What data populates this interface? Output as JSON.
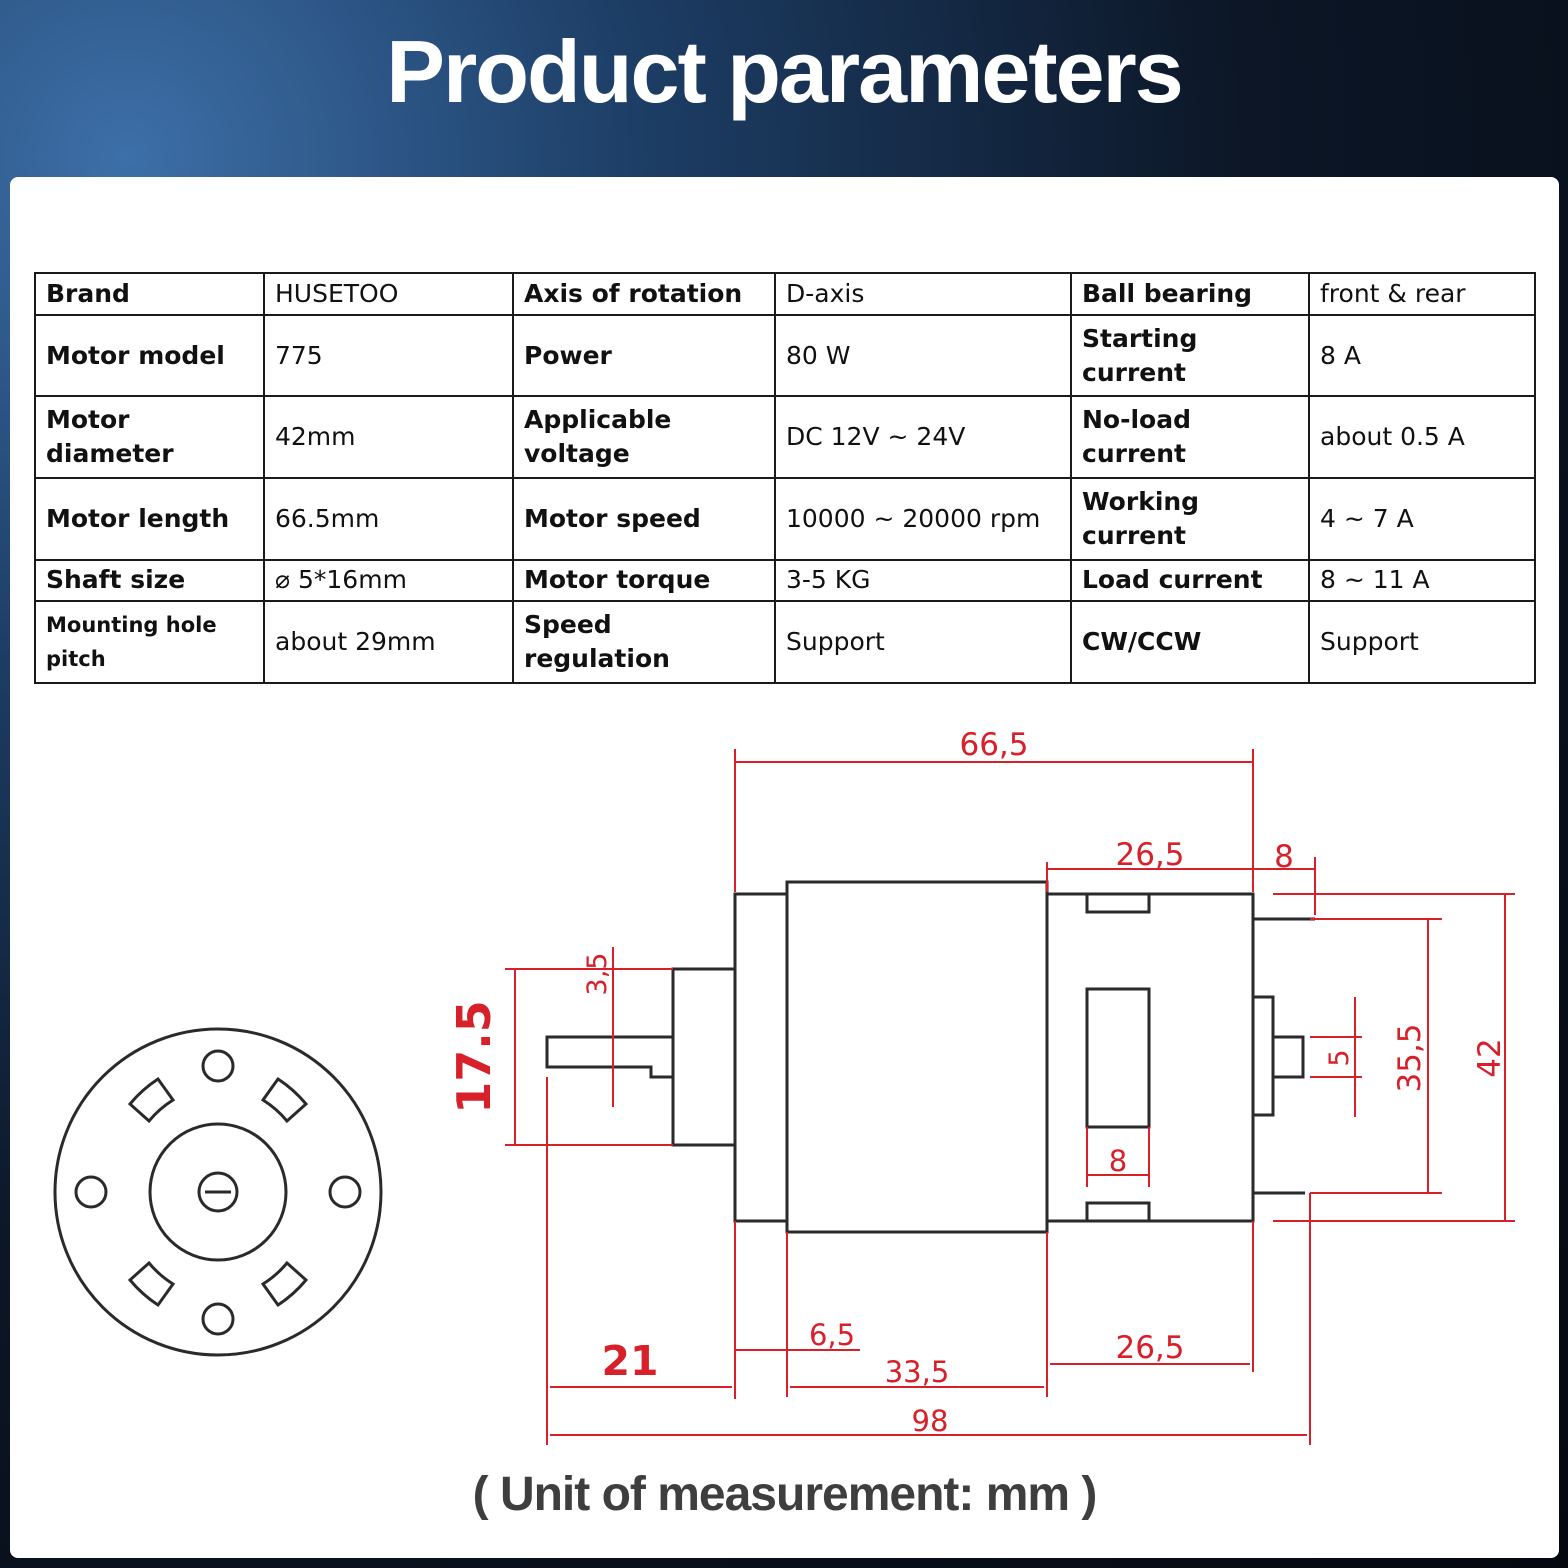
{
  "header": {
    "title": "Product parameters"
  },
  "table": {
    "rows": [
      [
        {
          "k": "Brand",
          "v": "HUSETOO"
        },
        {
          "k": "Axis of rotation",
          "v": "D-axis"
        },
        {
          "k": "Ball bearing",
          "v": "front & rear"
        }
      ],
      [
        {
          "k": "Motor model",
          "v": "775"
        },
        {
          "k": "Power",
          "v": "80 W"
        },
        {
          "k": "Starting current",
          "v": "8 A"
        }
      ],
      [
        {
          "k": "Motor diameter",
          "v": "42mm"
        },
        {
          "k": "Applicable voltage",
          "v": "DC 12V ~ 24V"
        },
        {
          "k": "No-load current",
          "v": "about 0.5 A"
        }
      ],
      [
        {
          "k": "Motor length",
          "v": "66.5mm"
        },
        {
          "k": "Motor speed",
          "v": "10000 ~ 20000 rpm"
        },
        {
          "k": "Working current",
          "v": "4 ~ 7 A"
        }
      ],
      [
        {
          "k": "Shaft size",
          "v": "⌀  5*16mm"
        },
        {
          "k": "Motor torque",
          "v": "3-5 KG"
        },
        {
          "k": "Load current",
          "v": "8 ~ 11 A"
        }
      ],
      [
        {
          "k": "Mounting hole pitch",
          "v": "about 29mm"
        },
        {
          "k": "Speed regulation",
          "v": "Support"
        },
        {
          "k": "CW/CCW",
          "v": "Support"
        }
      ]
    ]
  },
  "diagram": {
    "dimensions": {
      "d_66_5": "66,5",
      "d_26_5_top": "26,5",
      "d_8_top": "8",
      "d_3_5": "3,5",
      "d_17_5": "17.5",
      "d_8_mid": "8",
      "d_5": "5",
      "d_35_5": "35,5",
      "d_42": "42",
      "d_21": "21",
      "d_6_5": "6,5",
      "d_33_5": "33,5",
      "d_26_5_bottom": "26,5",
      "d_98": "98"
    },
    "colors": {
      "dimension": "#d8202a",
      "outline": "#2a2a2a"
    }
  },
  "footer": {
    "unit_note": "( Unit of measurement: mm )"
  }
}
